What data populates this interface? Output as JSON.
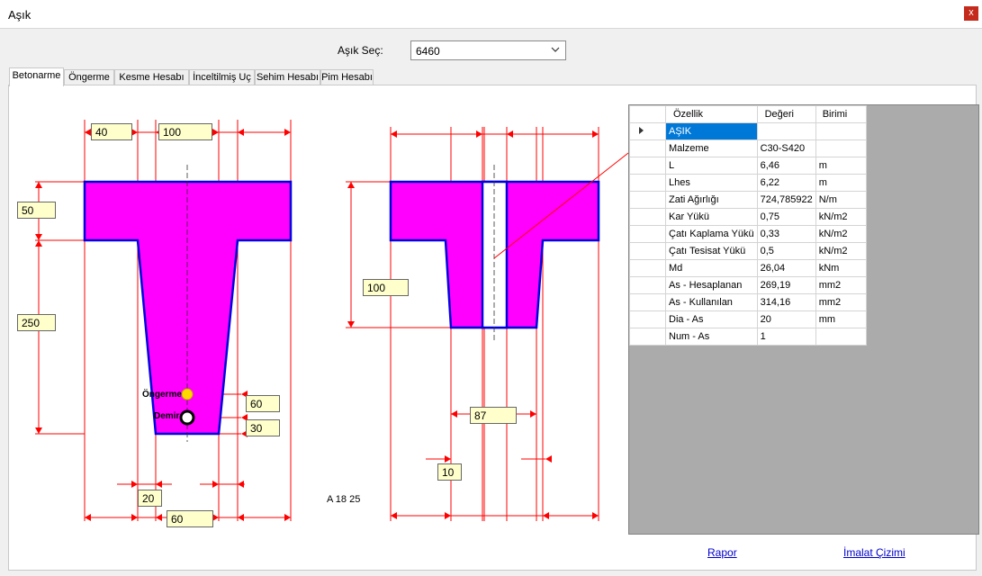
{
  "window": {
    "title": "Aşık",
    "close_label": "x"
  },
  "selector": {
    "label": "Aşık Seç:",
    "value": "6460"
  },
  "tabs": [
    "Betonarme",
    "Öngerme",
    "Kesme Hesabı",
    "İnceltilmiş Uç",
    "Sehim Hesabı",
    "Pim Hesabı"
  ],
  "active_tab": "Betonarme",
  "section": {
    "dims": {
      "d40": "40",
      "d100_top": "100",
      "d50": "50",
      "d250": "250",
      "d60_right": "60",
      "d30": "30",
      "d20": "20",
      "d60_bottom": "60"
    },
    "labels": {
      "ongerme": "Öngerme",
      "demir": "Demir",
      "code": "A 18 25"
    }
  },
  "elevation": {
    "dims": {
      "d100": "100",
      "d87": "87",
      "d10": "10"
    }
  },
  "colors": {
    "concrete": "#ff00ff",
    "outline": "#0000dd",
    "dimension": "#ff0000",
    "selection": "#0078d7"
  },
  "grid": {
    "headers": [
      "Özellik",
      "Değeri",
      "Birimi"
    ],
    "rows": [
      [
        "AŞIK",
        "",
        ""
      ],
      [
        "Malzeme",
        "C30-S420",
        ""
      ],
      [
        "L",
        "6,46",
        "m"
      ],
      [
        "Lhes",
        "6,22",
        "m"
      ],
      [
        "Zati Ağırlığı",
        "724,785922",
        "N/m"
      ],
      [
        "Kar Yükü",
        "0,75",
        "kN/m2"
      ],
      [
        "Çatı Kaplama Yükü",
        "0,33",
        "kN/m2"
      ],
      [
        "Çatı Tesisat Yükü",
        "0,5",
        "kN/m2"
      ],
      [
        "Md",
        "26,04",
        "kNm"
      ],
      [
        "As - Hesaplanan",
        "269,19",
        "mm2"
      ],
      [
        "As - Kullanılan",
        "314,16",
        "mm2"
      ],
      [
        "Dia - As",
        "20",
        "mm"
      ],
      [
        "Num - As",
        "1",
        ""
      ]
    ],
    "selected_row": 0
  },
  "links": {
    "report": "Rapor",
    "drawing": "İmalat Çizimi"
  }
}
